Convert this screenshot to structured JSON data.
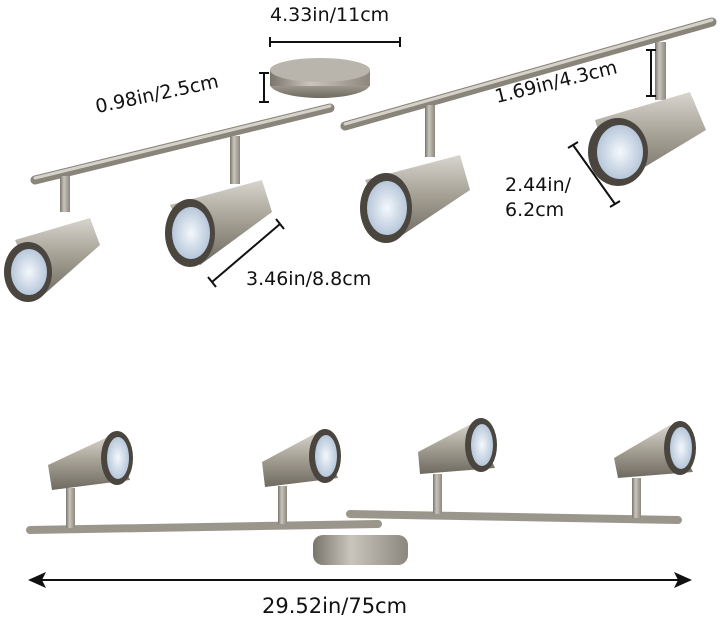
{
  "diagram": {
    "subject": "4-light ceiling spotlight bar with dimensions",
    "views": [
      "angled top view",
      "front view"
    ],
    "dimensions": {
      "base_diameter": "4.33in/11cm",
      "base_height": "0.98in/2.5cm",
      "arm_height": "1.69in/4.3cm",
      "shade_diameter_line1": "2.44in/",
      "shade_diameter_line2": "6.2cm",
      "shade_length": "3.46in/8.8cm",
      "total_length": "29.52in/75cm"
    },
    "colors": {
      "metal": "#a49f95",
      "metal_dark": "#6e6a62",
      "led_glass": "#dfe8f2",
      "dimension_line": "#111111"
    }
  }
}
